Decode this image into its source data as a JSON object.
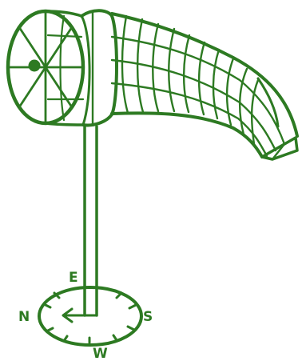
{
  "colors": {
    "ink": "#2d7a22",
    "background": "#ffffff"
  },
  "compass": {
    "north": "N",
    "east": "E",
    "south": "S",
    "west": "W"
  },
  "icons": {
    "windsock": "windsock-icon",
    "pole": "pole-icon",
    "compass": "compass-rose-icon",
    "arrow": "wind-direction-arrow-icon"
  }
}
